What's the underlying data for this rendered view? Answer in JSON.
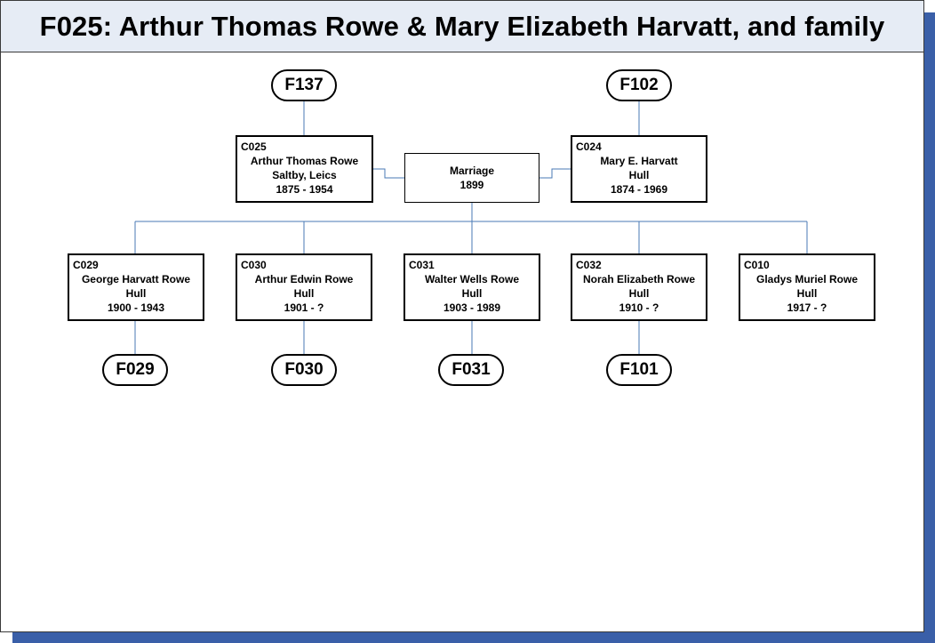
{
  "title": "F025: Arthur Thomas Rowe & Mary Elizabeth Harvatt, and family",
  "colors": {
    "header_bg": "#e6ecf5",
    "shadow": "#3a5fa8",
    "connector": "#4a7ab5"
  },
  "parent_family_refs": {
    "father": "F137",
    "mother": "F102"
  },
  "father": {
    "code": "C025",
    "name": "Arthur Thomas Rowe",
    "place": "Saltby, Leics",
    "dates": "1875 - 1954"
  },
  "mother": {
    "code": "C024",
    "name": "Mary E. Harvatt",
    "place": "Hull",
    "dates": "1874 - 1969"
  },
  "marriage": {
    "label": "Marriage",
    "year": "1899"
  },
  "children": [
    {
      "code": "C029",
      "name": "George Harvatt Rowe",
      "place": "Hull",
      "dates": "1900 - 1943",
      "family_ref": "F029"
    },
    {
      "code": "C030",
      "name": "Arthur Edwin Rowe",
      "place": "Hull",
      "dates": "1901 - ?",
      "family_ref": "F030"
    },
    {
      "code": "C031",
      "name": "Walter Wells Rowe",
      "place": "Hull",
      "dates": "1903 - 1989",
      "family_ref": "F031"
    },
    {
      "code": "C032",
      "name": "Norah Elizabeth Rowe",
      "place": "Hull",
      "dates": "1910 - ?",
      "family_ref": "F101"
    },
    {
      "code": "C010",
      "name": "Gladys Muriel Rowe",
      "place": "Hull",
      "dates": "1917 - ?",
      "family_ref": ""
    }
  ]
}
